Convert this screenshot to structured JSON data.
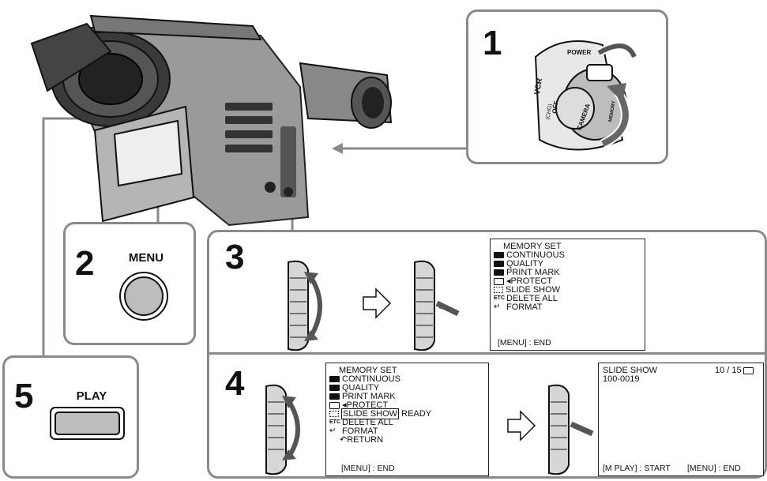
{
  "steps": {
    "step1": {
      "number": "1",
      "dial": {
        "power": "POWER",
        "vcr": "VCR",
        "off": "OFF",
        "chg": "(CHG)",
        "camera": "CAMERA",
        "memory": "MEMORY"
      }
    },
    "step2": {
      "number": "2",
      "button": "MENU"
    },
    "step3": {
      "number": "3"
    },
    "step4": {
      "number": "4"
    },
    "step5": {
      "number": "5",
      "button": "PLAY"
    }
  },
  "menu3": {
    "title": "MEMORY SET",
    "items": [
      "CONTINUOUS",
      "QUALITY",
      "PRINT MARK",
      "PROTECT",
      "SLIDE SHOW",
      "DELETE ALL",
      "FORMAT"
    ],
    "etc": "ETC",
    "footer": "[MENU] : END"
  },
  "menu4": {
    "title": "MEMORY SET",
    "items": [
      "CONTINUOUS",
      "QUALITY",
      "PRINT MARK",
      "PROTECT",
      "SLIDE SHOW",
      "DELETE ALL",
      "FORMAT",
      "RETURN"
    ],
    "selected_suffix": "READY",
    "etc": "ETC",
    "footer": "[MENU] : END"
  },
  "slideshow": {
    "title": "SLIDE SHOW",
    "counter": "10 / 15",
    "file": "100-0019",
    "footer_left": "[M PLAY] : START",
    "footer_right": "[MENU] : END"
  }
}
